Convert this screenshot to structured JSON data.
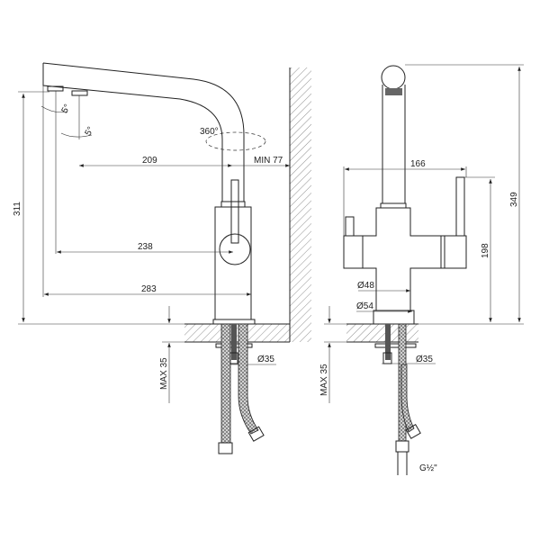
{
  "drawing": {
    "side_view": {
      "angle_outlet_1": "5°",
      "angle_outlet_2": "5°",
      "rotation": "360°",
      "spout_reach": "209",
      "wall_clearance": "MIN 77",
      "total_height": "311",
      "handle_reach": "238",
      "overall_length": "283",
      "counter_thickness": "MAX 35",
      "hole_diameter": "Ø35"
    },
    "front_view": {
      "body_width": "166",
      "overall_height": "349",
      "lever_height": "198",
      "column_diameter": "Ø48",
      "base_diameter": "Ø54",
      "counter_thickness": "MAX 35",
      "hole_diameter": "Ø35",
      "thread": "G½\""
    }
  }
}
